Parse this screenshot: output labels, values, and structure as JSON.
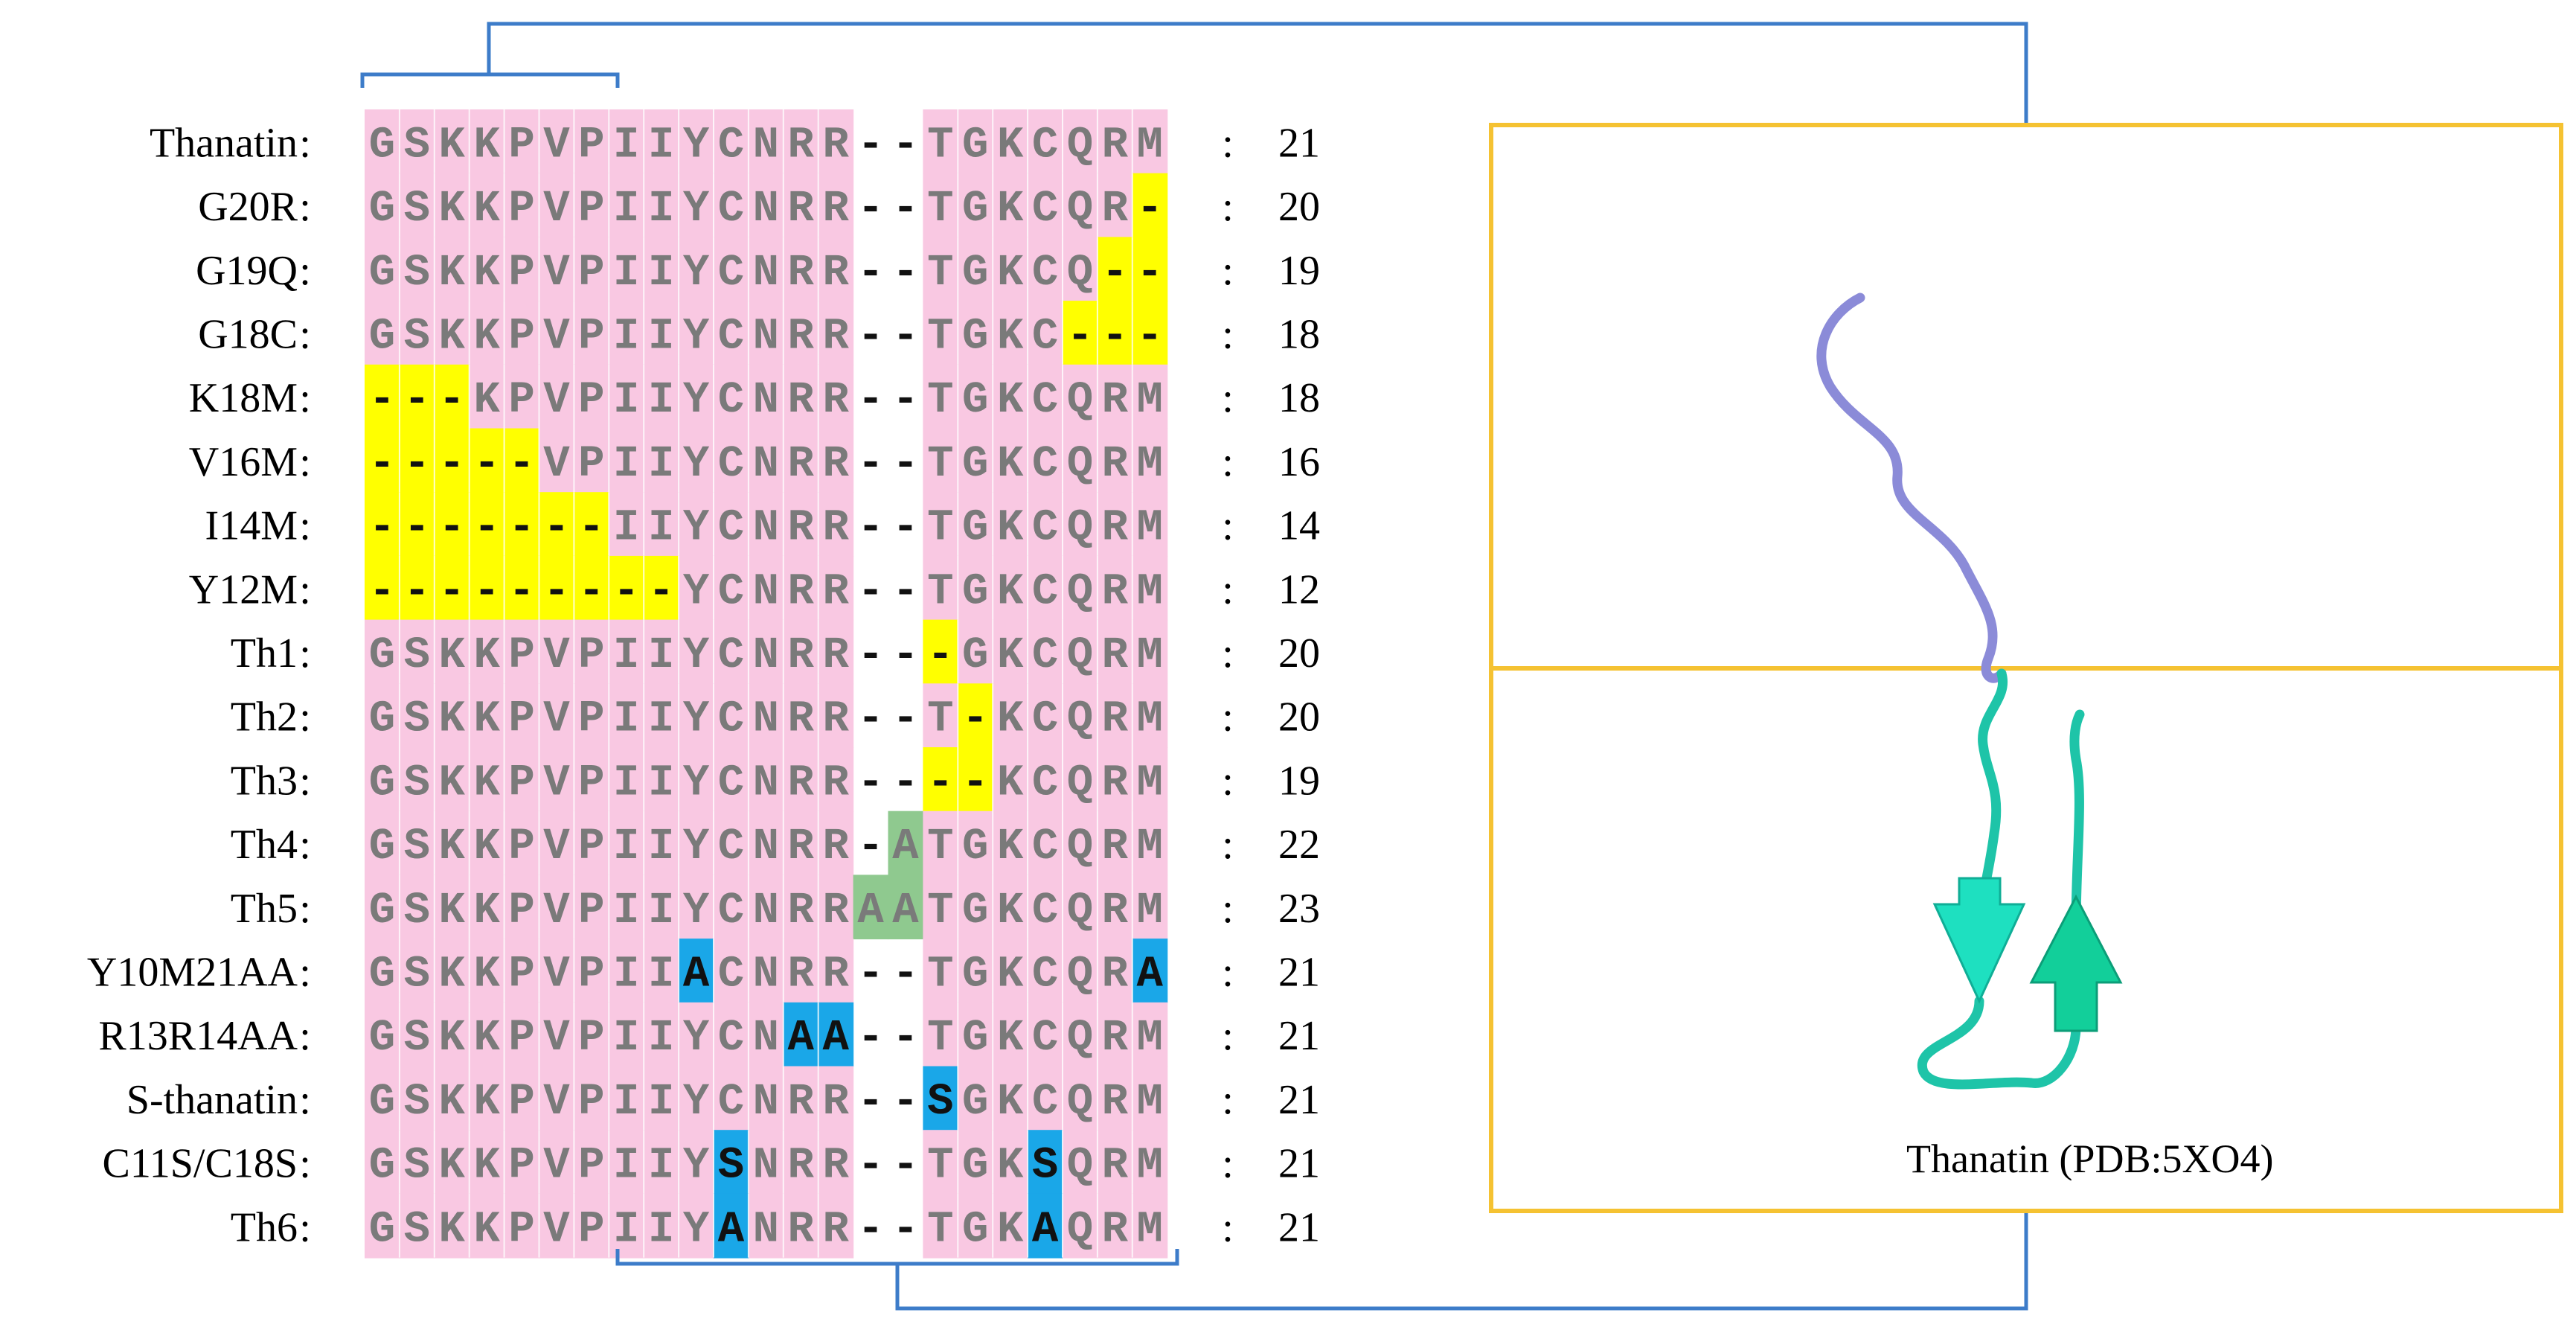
{
  "alignment": {
    "rows": [
      {
        "name": "Thanatin",
        "seq": "GSKKPVPIIYCNRR--TGKCQRM",
        "length": "21"
      },
      {
        "name": "G20R",
        "seq": "GSKKPVPIIYCNRR--TGKCQR-",
        "length": "20"
      },
      {
        "name": "G19Q",
        "seq": "GSKKPVPIIYCNRR--TGKCQ--",
        "length": "19"
      },
      {
        "name": "G18C",
        "seq": "GSKKPVPIIYCNRR--TGKC---",
        "length": "18"
      },
      {
        "name": "K18M",
        "seq": "---KPVPIIYCNRR--TGKCQRM",
        "length": "18"
      },
      {
        "name": "V16M",
        "seq": "-----VPIIYCNRR--TGKCQRM",
        "length": "16"
      },
      {
        "name": "I14M",
        "seq": "-------IIYCNRR--TGKCQRM",
        "length": "14"
      },
      {
        "name": "Y12M",
        "seq": "---------YCNRR--TGKCQRM",
        "length": "12"
      },
      {
        "name": "Th1",
        "seq": "GSKKPVPIIYCNRR---GKCQRM",
        "length": "20"
      },
      {
        "name": "Th2",
        "seq": "GSKKPVPIIYCNRR--T-KCQRM",
        "length": "20"
      },
      {
        "name": "Th3",
        "seq": "GSKKPVPIIYCNRR----KCQRM",
        "length": "19"
      },
      {
        "name": "Th4",
        "seq": "GSKKPVPIIYCNRR-ATGKCQRM",
        "length": "22"
      },
      {
        "name": "Th5",
        "seq": "GSKKPVPIIYCNRRAATGKCQRM",
        "length": "23"
      },
      {
        "name": "Y10M21AA",
        "seq": "GSKKPVPIIACNRR--TGKCQRA",
        "length": "21"
      },
      {
        "name": "R13R14AA",
        "seq": "GSKKPVPIIYCNAA--TGKCQRM",
        "length": "21"
      },
      {
        "name": "S-thanatin",
        "seq": "GSKKPVPIIYCNRR--SGKCQRM",
        "length": "21"
      },
      {
        "name": "C11S/C18S",
        "seq": "GSKKPVPIIYSNRR--TGKSQRM",
        "length": "21"
      },
      {
        "name": "Th6",
        "seq": "GSKKPVPIIYANRR--TGKAQRM",
        "length": "21"
      }
    ],
    "separator": ":",
    "gap_columns": [
      14,
      15
    ],
    "highlights": [
      {
        "row": 1,
        "cols": [
          22
        ],
        "type": "deletion"
      },
      {
        "row": 2,
        "cols": [
          21,
          22
        ],
        "type": "deletion"
      },
      {
        "row": 3,
        "cols": [
          20,
          21,
          22
        ],
        "type": "deletion"
      },
      {
        "row": 4,
        "cols": [
          0,
          1,
          2
        ],
        "type": "deletion"
      },
      {
        "row": 5,
        "cols": [
          0,
          1,
          2,
          3,
          4
        ],
        "type": "deletion"
      },
      {
        "row": 6,
        "cols": [
          0,
          1,
          2,
          3,
          4,
          5,
          6
        ],
        "type": "deletion"
      },
      {
        "row": 7,
        "cols": [
          0,
          1,
          2,
          3,
          4,
          5,
          6,
          7,
          8
        ],
        "type": "deletion"
      },
      {
        "row": 8,
        "cols": [
          16
        ],
        "type": "deletion"
      },
      {
        "row": 9,
        "cols": [
          17
        ],
        "type": "deletion"
      },
      {
        "row": 10,
        "cols": [
          16,
          17
        ],
        "type": "deletion"
      },
      {
        "row": 11,
        "cols": [
          15
        ],
        "type": "insertion"
      },
      {
        "row": 12,
        "cols": [
          14,
          15
        ],
        "type": "insertion"
      },
      {
        "row": 13,
        "cols": [
          9,
          22
        ],
        "type": "substitution"
      },
      {
        "row": 14,
        "cols": [
          12,
          13
        ],
        "type": "substitution"
      },
      {
        "row": 15,
        "cols": [
          16
        ],
        "type": "substitution"
      },
      {
        "row": 16,
        "cols": [
          10,
          19
        ],
        "type": "substitution"
      },
      {
        "row": 17,
        "cols": [
          10,
          19
        ],
        "type": "substitution"
      }
    ]
  },
  "structure": {
    "caption": "Thanatin (PDB:5XO4)"
  },
  "colors": {
    "conserved": "#f9c8e2",
    "deletion": "#ffff00",
    "insertion": "#8fc98f",
    "substitution": "#1aa7e8",
    "bracket": "#3d7cc9",
    "box": "#f5c232",
    "coil": "#8b8bd8",
    "strand": "#1ee0c0"
  }
}
